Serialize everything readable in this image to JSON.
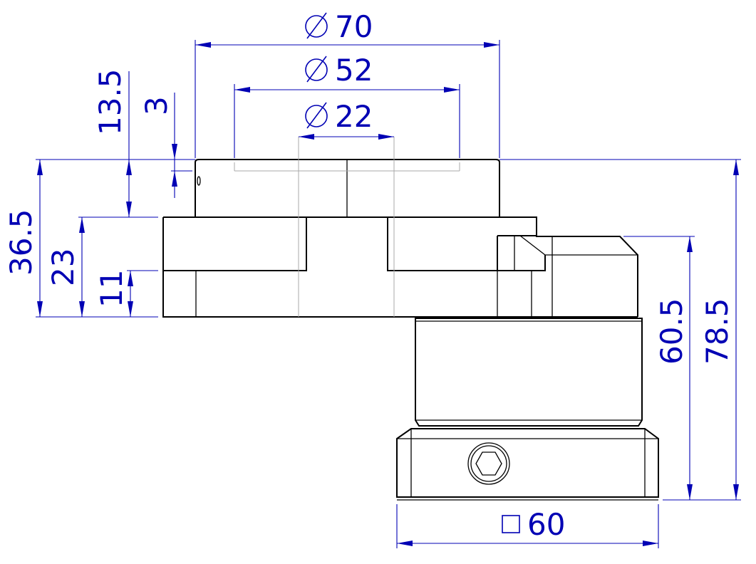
{
  "colors": {
    "part_lines": "#000000",
    "dimensions": "#0000b4",
    "hidden_lines": "#a8a8a8"
  },
  "dimensions": {
    "dia_70": "70",
    "dia_52": "52",
    "dia_22": "22",
    "height_13_5": "13.5",
    "height_3": "3",
    "height_36_5": "36.5",
    "height_23": "23",
    "height_11": "11",
    "height_60_5": "60.5",
    "height_78_5": "78.5",
    "square_60": "60"
  },
  "symbols": {
    "diameter": "diameter-symbol",
    "square": "square-symbol",
    "hex_socket": "hex-socket-icon"
  }
}
